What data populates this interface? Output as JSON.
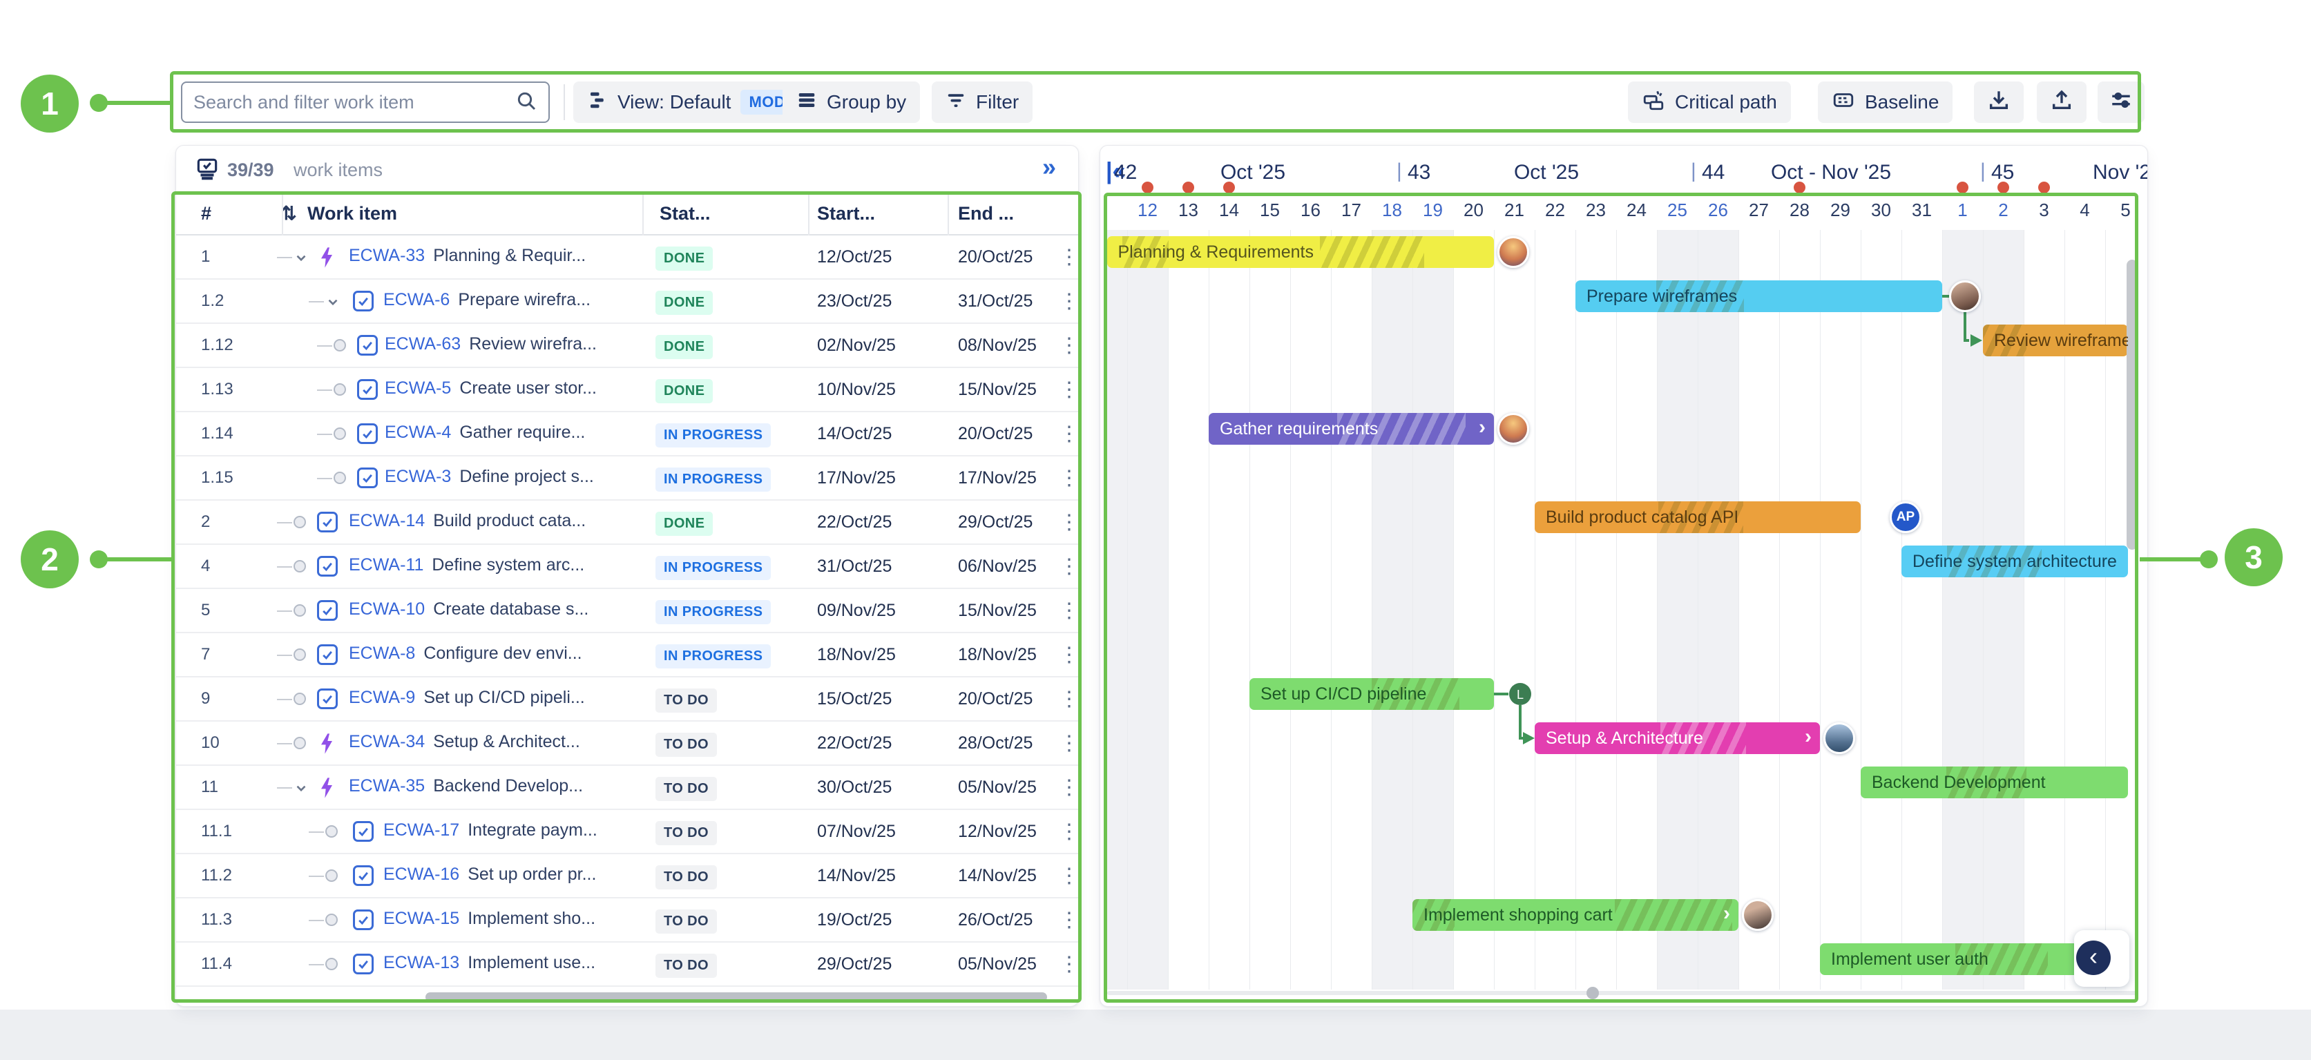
{
  "annotations": {
    "color": "#6dc24e",
    "labels": [
      "1",
      "2",
      "3"
    ]
  },
  "toolbar": {
    "search_placeholder": "Search and filter work item",
    "view_label": "View: Default",
    "modified_badge": "MODIFIED",
    "groupby_label": "Group by",
    "filter_label": "Filter",
    "critical_path_label": "Critical path",
    "baseline_label": "Baseline"
  },
  "left_panel": {
    "count": "39/39",
    "count_suffix": "work items",
    "expand_icon": "»",
    "columns": [
      "#",
      "Work item",
      "Stat...",
      "Start...",
      "End ..."
    ]
  },
  "statuses": {
    "DONE": {
      "bg": "#dcfdf0",
      "fg": "#1f845a"
    },
    "IN PROGRESS": {
      "bg": "#e9f2ff",
      "fg": "#1d6fe0"
    },
    "TO DO": {
      "bg": "#f1f2f4",
      "fg": "#2c3e5d"
    }
  },
  "table": {
    "rows": [
      {
        "num": "1",
        "key": "ECWA-33",
        "title": "Planning & Requir...",
        "type": "epic",
        "node": "chevron",
        "indent": 0,
        "status": "DONE",
        "start": "12/Oct/25",
        "end": "20/Oct/25"
      },
      {
        "num": "1.2",
        "key": "ECWA-6",
        "title": "Prepare wirefra...",
        "type": "task",
        "node": "chevron",
        "indent": 1,
        "status": "DONE",
        "start": "23/Oct/25",
        "end": "31/Oct/25"
      },
      {
        "num": "1.12",
        "key": "ECWA-63",
        "title": "Review wirefra...",
        "type": "task",
        "node": "bullet",
        "indent": 2,
        "status": "DONE",
        "start": "02/Nov/25",
        "end": "08/Nov/25"
      },
      {
        "num": "1.13",
        "key": "ECWA-5",
        "title": "Create user stor...",
        "type": "task",
        "node": "bullet",
        "indent": 2,
        "status": "DONE",
        "start": "10/Nov/25",
        "end": "15/Nov/25"
      },
      {
        "num": "1.14",
        "key": "ECWA-4",
        "title": "Gather require...",
        "type": "task",
        "node": "bullet",
        "indent": 2,
        "status": "IN PROGRESS",
        "start": "14/Oct/25",
        "end": "20/Oct/25"
      },
      {
        "num": "1.15",
        "key": "ECWA-3",
        "title": "Define project s...",
        "type": "task",
        "node": "bullet",
        "indent": 2,
        "status": "IN PROGRESS",
        "start": "17/Nov/25",
        "end": "17/Nov/25"
      },
      {
        "num": "2",
        "key": "ECWA-14",
        "title": "Build product cata...",
        "type": "task",
        "node": "bullet",
        "indent": 0,
        "status": "DONE",
        "start": "22/Oct/25",
        "end": "29/Oct/25"
      },
      {
        "num": "4",
        "key": "ECWA-11",
        "title": "Define system arc...",
        "type": "task",
        "node": "bullet",
        "indent": 0,
        "status": "IN PROGRESS",
        "start": "31/Oct/25",
        "end": "06/Nov/25"
      },
      {
        "num": "5",
        "key": "ECWA-10",
        "title": "Create database s...",
        "type": "task",
        "node": "bullet",
        "indent": 0,
        "status": "IN PROGRESS",
        "start": "09/Nov/25",
        "end": "15/Nov/25"
      },
      {
        "num": "7",
        "key": "ECWA-8",
        "title": "Configure dev envi...",
        "type": "task",
        "node": "bullet",
        "indent": 0,
        "status": "IN PROGRESS",
        "start": "18/Nov/25",
        "end": "18/Nov/25"
      },
      {
        "num": "9",
        "key": "ECWA-9",
        "title": "Set up CI/CD pipeli...",
        "type": "task",
        "node": "bullet",
        "indent": 0,
        "status": "TO DO",
        "start": "15/Oct/25",
        "end": "20/Oct/25"
      },
      {
        "num": "10",
        "key": "ECWA-34",
        "title": "Setup & Architect...",
        "type": "epic",
        "node": "bullet",
        "indent": 0,
        "status": "TO DO",
        "start": "22/Oct/25",
        "end": "28/Oct/25"
      },
      {
        "num": "11",
        "key": "ECWA-35",
        "title": "Backend Develop...",
        "type": "epic",
        "node": "chevron",
        "indent": 0,
        "status": "TO DO",
        "start": "30/Oct/25",
        "end": "05/Nov/25"
      },
      {
        "num": "11.1",
        "key": "ECWA-17",
        "title": "Integrate paym...",
        "type": "task",
        "node": "bullet",
        "indent": 1,
        "status": "TO DO",
        "start": "07/Nov/25",
        "end": "12/Nov/25"
      },
      {
        "num": "11.2",
        "key": "ECWA-16",
        "title": "Set up order pr...",
        "type": "task",
        "node": "bullet",
        "indent": 1,
        "status": "TO DO",
        "start": "14/Nov/25",
        "end": "14/Nov/25"
      },
      {
        "num": "11.3",
        "key": "ECWA-15",
        "title": "Implement sho...",
        "type": "task",
        "node": "bullet",
        "indent": 1,
        "status": "TO DO",
        "start": "19/Oct/25",
        "end": "26/Oct/25"
      },
      {
        "num": "11.4",
        "key": "ECWA-13",
        "title": "Implement use...",
        "type": "task",
        "node": "bullet",
        "indent": 1,
        "status": "TO DO",
        "start": "29/Oct/25",
        "end": "05/Nov/25"
      }
    ]
  },
  "timeline": {
    "weeks": [
      {
        "num": "42",
        "month": "Oct '25"
      },
      {
        "num": "43",
        "month": "Oct '25"
      },
      {
        "num": "44",
        "month": "Oct - Nov '25"
      },
      {
        "num": "45",
        "month": "Nov '2"
      }
    ],
    "days": [
      {
        "d": "12",
        "weekend": true,
        "dot": true
      },
      {
        "d": "13",
        "weekend": false,
        "dot": true
      },
      {
        "d": "14",
        "weekend": false,
        "dot": true
      },
      {
        "d": "15",
        "weekend": false,
        "dot": false
      },
      {
        "d": "16",
        "weekend": false,
        "dot": false
      },
      {
        "d": "17",
        "weekend": false,
        "dot": false
      },
      {
        "d": "18",
        "weekend": true,
        "dot": false
      },
      {
        "d": "19",
        "weekend": true,
        "dot": false
      },
      {
        "d": "20",
        "weekend": false,
        "dot": false
      },
      {
        "d": "21",
        "weekend": false,
        "dot": false
      },
      {
        "d": "22",
        "weekend": false,
        "dot": false
      },
      {
        "d": "23",
        "weekend": false,
        "dot": false
      },
      {
        "d": "24",
        "weekend": false,
        "dot": false
      },
      {
        "d": "25",
        "weekend": true,
        "dot": false
      },
      {
        "d": "26",
        "weekend": true,
        "dot": false
      },
      {
        "d": "27",
        "weekend": false,
        "dot": false
      },
      {
        "d": "28",
        "weekend": false,
        "dot": true
      },
      {
        "d": "29",
        "weekend": false,
        "dot": false
      },
      {
        "d": "30",
        "weekend": false,
        "dot": false
      },
      {
        "d": "31",
        "weekend": false,
        "dot": false
      },
      {
        "d": "1",
        "weekend": true,
        "dot": true
      },
      {
        "d": "2",
        "weekend": true,
        "dot": true
      },
      {
        "d": "3",
        "weekend": false,
        "dot": true
      },
      {
        "d": "4",
        "weekend": false,
        "dot": false
      },
      {
        "d": "5",
        "weekend": false,
        "dot": false
      }
    ]
  },
  "gantt": {
    "connector_label": "L",
    "connector_color": "#3f9457",
    "bars": [
      {
        "label": "Planning & Requirements",
        "color": "#f0ee45",
        "text": "#55551e",
        "row": 0,
        "start": -0.5,
        "end": 8,
        "clip": false,
        "chevron": false,
        "hatchStyle": "dark",
        "hatches": [
          [
            0.04,
            0.16
          ],
          [
            0.55,
            0.82
          ]
        ],
        "avatar": "av-sunset"
      },
      {
        "label": "Prepare wireframes",
        "color": "#55cdf1",
        "text": "#14455c",
        "row": 1,
        "start": 11,
        "end": 19,
        "clip": false,
        "chevron": false,
        "hatchStyle": "dark",
        "hatches": [
          [
            0.22,
            0.46
          ]
        ],
        "avatar": "av-person",
        "avAtElbow": true
      },
      {
        "label": "Review wireframes",
        "color": "#e5a23c",
        "text": "#5a3c10",
        "row": 2,
        "start": 21,
        "end": 24,
        "clip": true,
        "chevron": false,
        "hatchStyle": "dark",
        "hatches": [
          [
            0.0,
            0.3
          ]
        ]
      },
      {
        "label": "Gather requirements",
        "color": "#7064c7",
        "text": "#ffffff",
        "row": 4,
        "start": 2,
        "end": 8,
        "clip": false,
        "chevron": true,
        "hatchStyle": "lite",
        "hatches": [
          [
            0.45,
            0.9
          ]
        ],
        "avatar": "av-sunset"
      },
      {
        "label": "Build product catalog API",
        "color": "#eba03c",
        "text": "#5a3c10",
        "row": 6,
        "start": 10,
        "end": 17,
        "clip": false,
        "chevron": false,
        "hatchStyle": "dark",
        "hatches": [
          [
            0.38,
            0.64
          ]
        ],
        "avatar": "av-initials",
        "initials": "AP"
      },
      {
        "label": "Define system architecture",
        "color": "#58cdf4",
        "text": "#14455c",
        "row": 7,
        "start": 19,
        "end": 24,
        "clip": true,
        "chevron": false,
        "hatchStyle": "dark",
        "hatches": [
          [
            0.2,
            0.62
          ]
        ]
      },
      {
        "label": "Set up CI/CD pipeline",
        "color": "#7edc6f",
        "text": "#1d5a26",
        "row": 10,
        "start": 3,
        "end": 8,
        "clip": false,
        "chevron": false,
        "hatchStyle": "dark",
        "hatches": [
          [
            0.5,
            0.86
          ]
        ],
        "lconnector": true
      },
      {
        "label": "Setup & Architecture",
        "color": "#e33eb0",
        "text": "#ffffff",
        "row": 11,
        "start": 10,
        "end": 16,
        "clip": false,
        "chevron": true,
        "hatchStyle": "lite",
        "hatches": [
          [
            0.44,
            0.74
          ]
        ],
        "avatar": "av-mountain"
      },
      {
        "label": "Backend Development",
        "color": "#7edc6f",
        "text": "#1d5a26",
        "row": 12,
        "start": 18,
        "end": 24,
        "clip": true,
        "chevron": false,
        "hatchStyle": "dark",
        "hatches": [
          [
            0.32,
            0.62
          ]
        ]
      },
      {
        "label": "Implement shopping cart",
        "color": "#7edc6f",
        "text": "#1d5a26",
        "row": 15,
        "start": 7,
        "end": 14,
        "clip": false,
        "chevron": true,
        "hatchStyle": "dark",
        "hatches": [
          [
            0.0,
            0.13
          ],
          [
            0.62,
            0.98
          ]
        ],
        "avatar": "av-person2"
      },
      {
        "label": "Implement user auth",
        "color": "#7edc6f",
        "text": "#1d5a26",
        "row": 16,
        "start": 17,
        "end": 24,
        "clip": true,
        "chevron": false,
        "hatchStyle": "dark",
        "hatches": [
          [
            0.44,
            0.74
          ]
        ]
      }
    ],
    "back_icon": "«",
    "float_chevron": "‹"
  }
}
